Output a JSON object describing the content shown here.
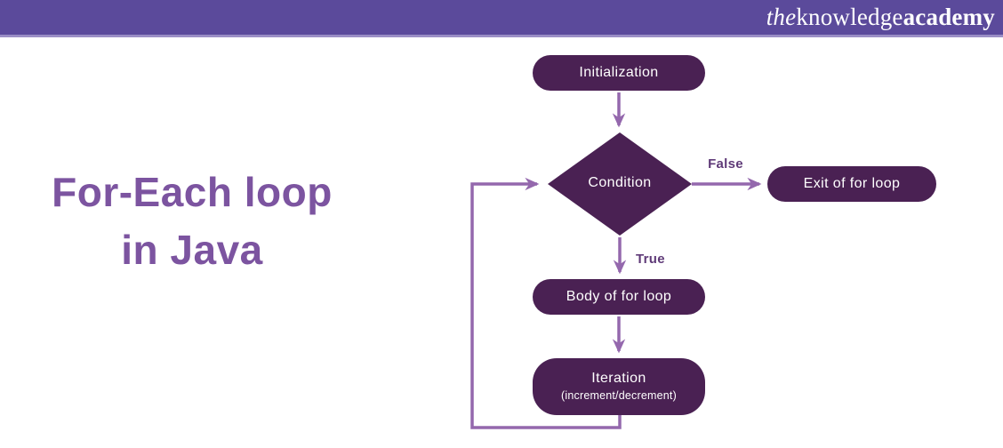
{
  "header": {
    "logo": {
      "the": "the",
      "knowledge": "knowledge",
      "academy": "academy"
    }
  },
  "title": {
    "line1": "For-Each loop",
    "line2": "in Java"
  },
  "flowchart": {
    "nodes": {
      "initialization": {
        "label": "Initialization"
      },
      "condition": {
        "label": "Condition"
      },
      "exit": {
        "label": "Exit of for loop"
      },
      "body": {
        "label": "Body of for loop"
      },
      "iteration": {
        "label": "Iteration",
        "sublabel": "(increment/decrement)"
      }
    },
    "edge_labels": {
      "false": "False",
      "true": "True"
    }
  },
  "colors": {
    "header_bg": "#5b4a9b",
    "header_strip": "#9a8ec5",
    "node_fill": "#4a2153",
    "arrow": "#9468ad",
    "edge_label": "#5f3a78",
    "title_text": "#7c54a0"
  }
}
